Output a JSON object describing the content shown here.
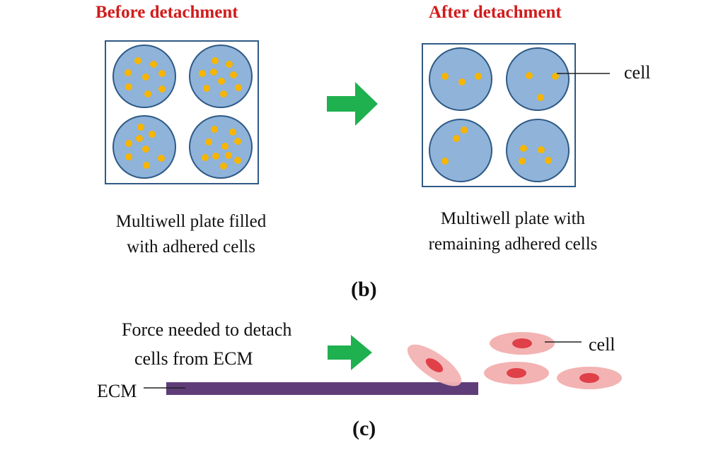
{
  "panel_b": {
    "before_title": "Before detachment",
    "after_title": "After detachment",
    "before_caption_line1": "Multiwell plate filled",
    "before_caption_line2": "with adhered cells",
    "after_caption_line1": "Multiwell plate with",
    "after_caption_line2": "remaining adhered  cells",
    "cell_label": "cell",
    "panel_label": "(b)"
  },
  "panel_c": {
    "force_line1": "Force needed to detach",
    "force_line2": "cells from ECM",
    "ecm_label": "ECM",
    "cell_label": "cell",
    "panel_label": "(c)"
  },
  "colors": {
    "heading": "#d11b1b",
    "well_fill": "#8fb3d9",
    "well_stroke": "#2f5a86",
    "cell_dot": "#f7b500",
    "arrow": "#1fb04f",
    "ecm": "#5f3d79",
    "cell_body": "#f3b3b3",
    "cell_nucleus": "#e04048"
  }
}
